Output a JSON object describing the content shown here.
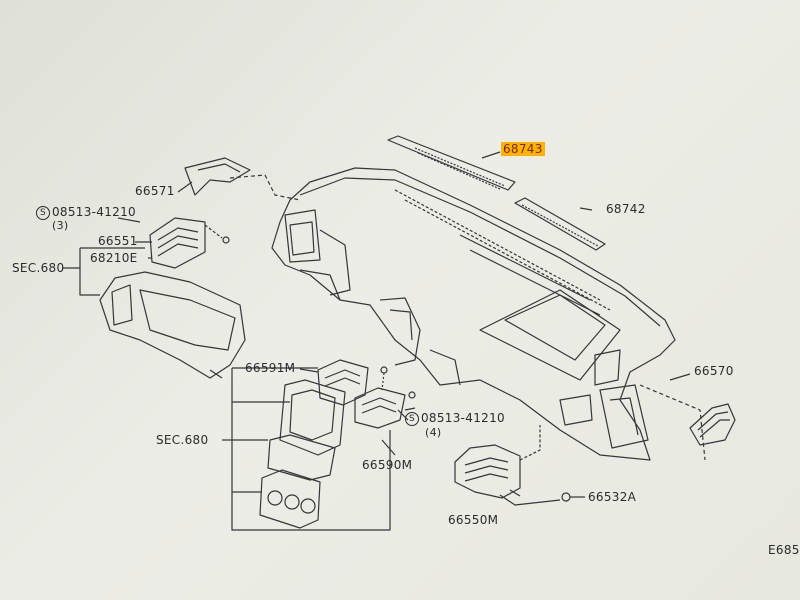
{
  "labels": {
    "p68743": "68743",
    "p68742": "68742",
    "p66571": "66571",
    "bolt_top_symbol": "S",
    "bolt_top": "08513-41210",
    "bolt_top_qty": "(3)",
    "p66551": "66551",
    "sec680_a": "SEC.680",
    "p68210e": "68210E",
    "p66591m": "66591M",
    "sec680_b": "SEC.680",
    "p66590m": "66590M",
    "bolt_mid_symbol": "S",
    "bolt_mid": "08513-41210",
    "bolt_mid_qty": "(4)",
    "p66570": "66570",
    "p66532a": "66532A",
    "p66550m": "66550M",
    "figure_code": "E685"
  },
  "colors": {
    "line": "#34363a",
    "highlight": "#ffb300"
  }
}
